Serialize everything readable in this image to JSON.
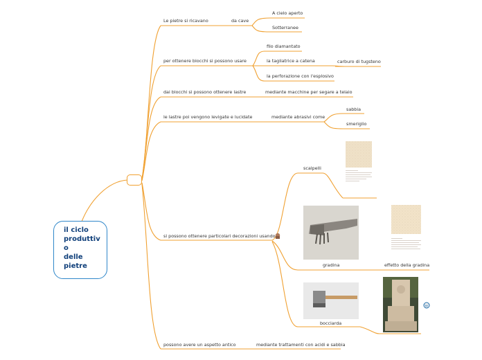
{
  "root": {
    "lines": [
      "il ciclo",
      "produttiv",
      "o",
      "delle",
      "pietre"
    ]
  },
  "branches": {
    "b1": {
      "label": "Le pietre si ricavano",
      "mid": "da cave",
      "leaves": [
        "A cielo aperto",
        "Sotterranee"
      ]
    },
    "b2": {
      "label": "per ottenere blocchi si possono usare",
      "leaves": [
        "filo diamantato",
        "la tagliatrice a catena",
        "la perforazione con l'esplosivo"
      ],
      "sub": "carburo di tugsteno"
    },
    "b3": {
      "label": "dai blocchi si possono ottenere lastre",
      "leaf": "mediante macchine per segare a telaio"
    },
    "b4": {
      "label": "le lastre poi vengono levigate e lucidate",
      "mid": "mediante abrasivi come",
      "leaves": [
        "sabbia",
        "smeriglio"
      ]
    },
    "b5": {
      "label": "si possono ottenere particolari decorazioni usando",
      "leaves": [
        "scalpelli",
        "gradina",
        "bocciarda"
      ],
      "sub": "effetto della gradina"
    },
    "b6": {
      "label": "possono avere un aspetto antico",
      "leaf": "mediante trattamenti con acidi e sabbia"
    }
  },
  "colors": {
    "branch": "#f0a030",
    "root_border": "#2e86c9",
    "root_text": "#0f3f7a"
  },
  "icons": [
    "attachment-icon",
    "wikipedia-icon"
  ]
}
